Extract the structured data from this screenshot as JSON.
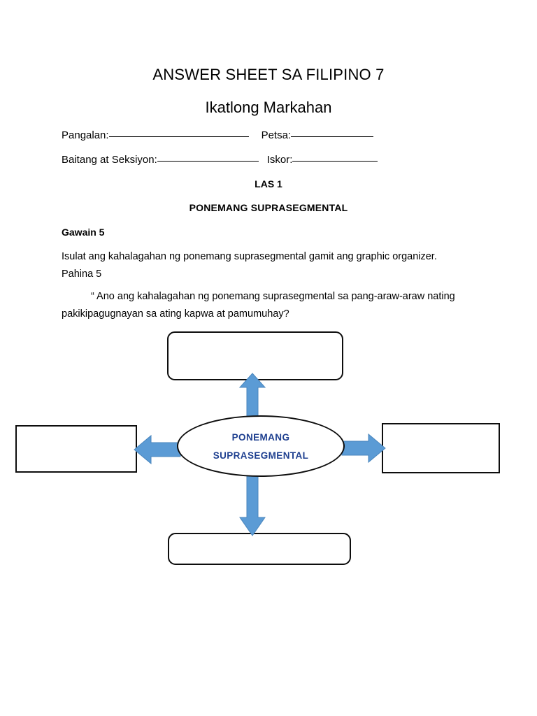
{
  "document": {
    "title": "ANSWER SHEET SA FILIPINO 7",
    "subtitle": "Ikatlong Markahan"
  },
  "form": {
    "name_label": "Pangalan:",
    "date_label": "Petsa:",
    "section_label": "Baitang at Seksiyon:",
    "score_label": "Iskor:"
  },
  "section": {
    "las_label": "LAS 1",
    "topic_label": "PONEMANG SUPRASEGMENTAL"
  },
  "activity": {
    "title": "Gawain 5",
    "instruction": "Isulat ang kahalagahan ng ponemang suprasegmental gamit ang graphic organizer. Pahina 5",
    "question": "“ Ano ang kahalagahan ng ponemang suprasegmental sa pang-araw-araw nating pakikipagugnayan sa ating kapwa at pamumuhay?"
  },
  "organizer": {
    "center": {
      "line1": "PONEMANG",
      "line2": "SUPRASEGMENTAL",
      "text_color": "#1f4090",
      "outline_color": "#0d0d0d"
    },
    "arrow_color": "#5b9bd5",
    "arrow_outline_color": "#4a86bd",
    "boxes": [
      {
        "position": "top",
        "value": "",
        "shape": "rounded-rectangle"
      },
      {
        "position": "left",
        "value": "",
        "shape": "rectangle"
      },
      {
        "position": "right",
        "value": "",
        "shape": "rectangle"
      },
      {
        "position": "bottom",
        "value": "",
        "shape": "rounded-rectangle"
      }
    ],
    "arrows": [
      {
        "direction": "up",
        "icon": "arrow-up-icon"
      },
      {
        "direction": "right",
        "icon": "arrow-right-icon"
      },
      {
        "direction": "down",
        "icon": "arrow-down-icon"
      },
      {
        "direction": "left",
        "icon": "arrow-left-icon"
      }
    ]
  }
}
